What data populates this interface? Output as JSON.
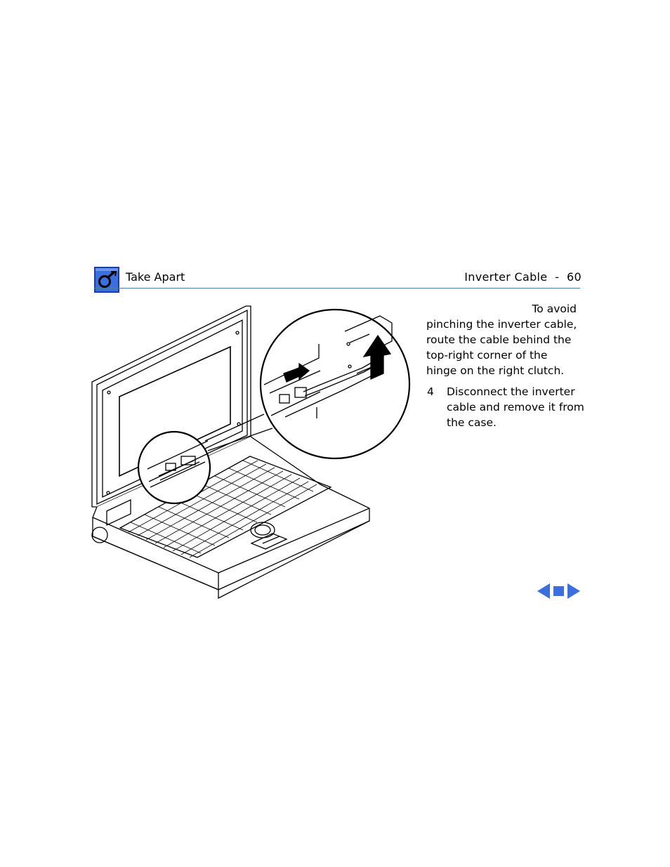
{
  "header": {
    "icon": "take-apart-wrench-icon",
    "section": "Take Apart",
    "page_title": "Inverter Cable  -  60",
    "icon_color": "#3b6fe0",
    "rule_color": "#4a7fa6"
  },
  "body": {
    "intro_line1": "To avoid",
    "intro_lines": [
      "pinching the inverter cable,",
      "route the cable behind the",
      "top-right corner of the",
      "hinge on the right clutch."
    ],
    "step": {
      "number": "4",
      "lines": [
        "Disconnect the inverter",
        "cable and remove it from",
        "the case."
      ]
    }
  },
  "nav": {
    "prev": "previous-page-arrow-icon",
    "stop": "stop-square-icon",
    "next": "next-page-arrow-icon",
    "color": "#3b6fe0"
  }
}
